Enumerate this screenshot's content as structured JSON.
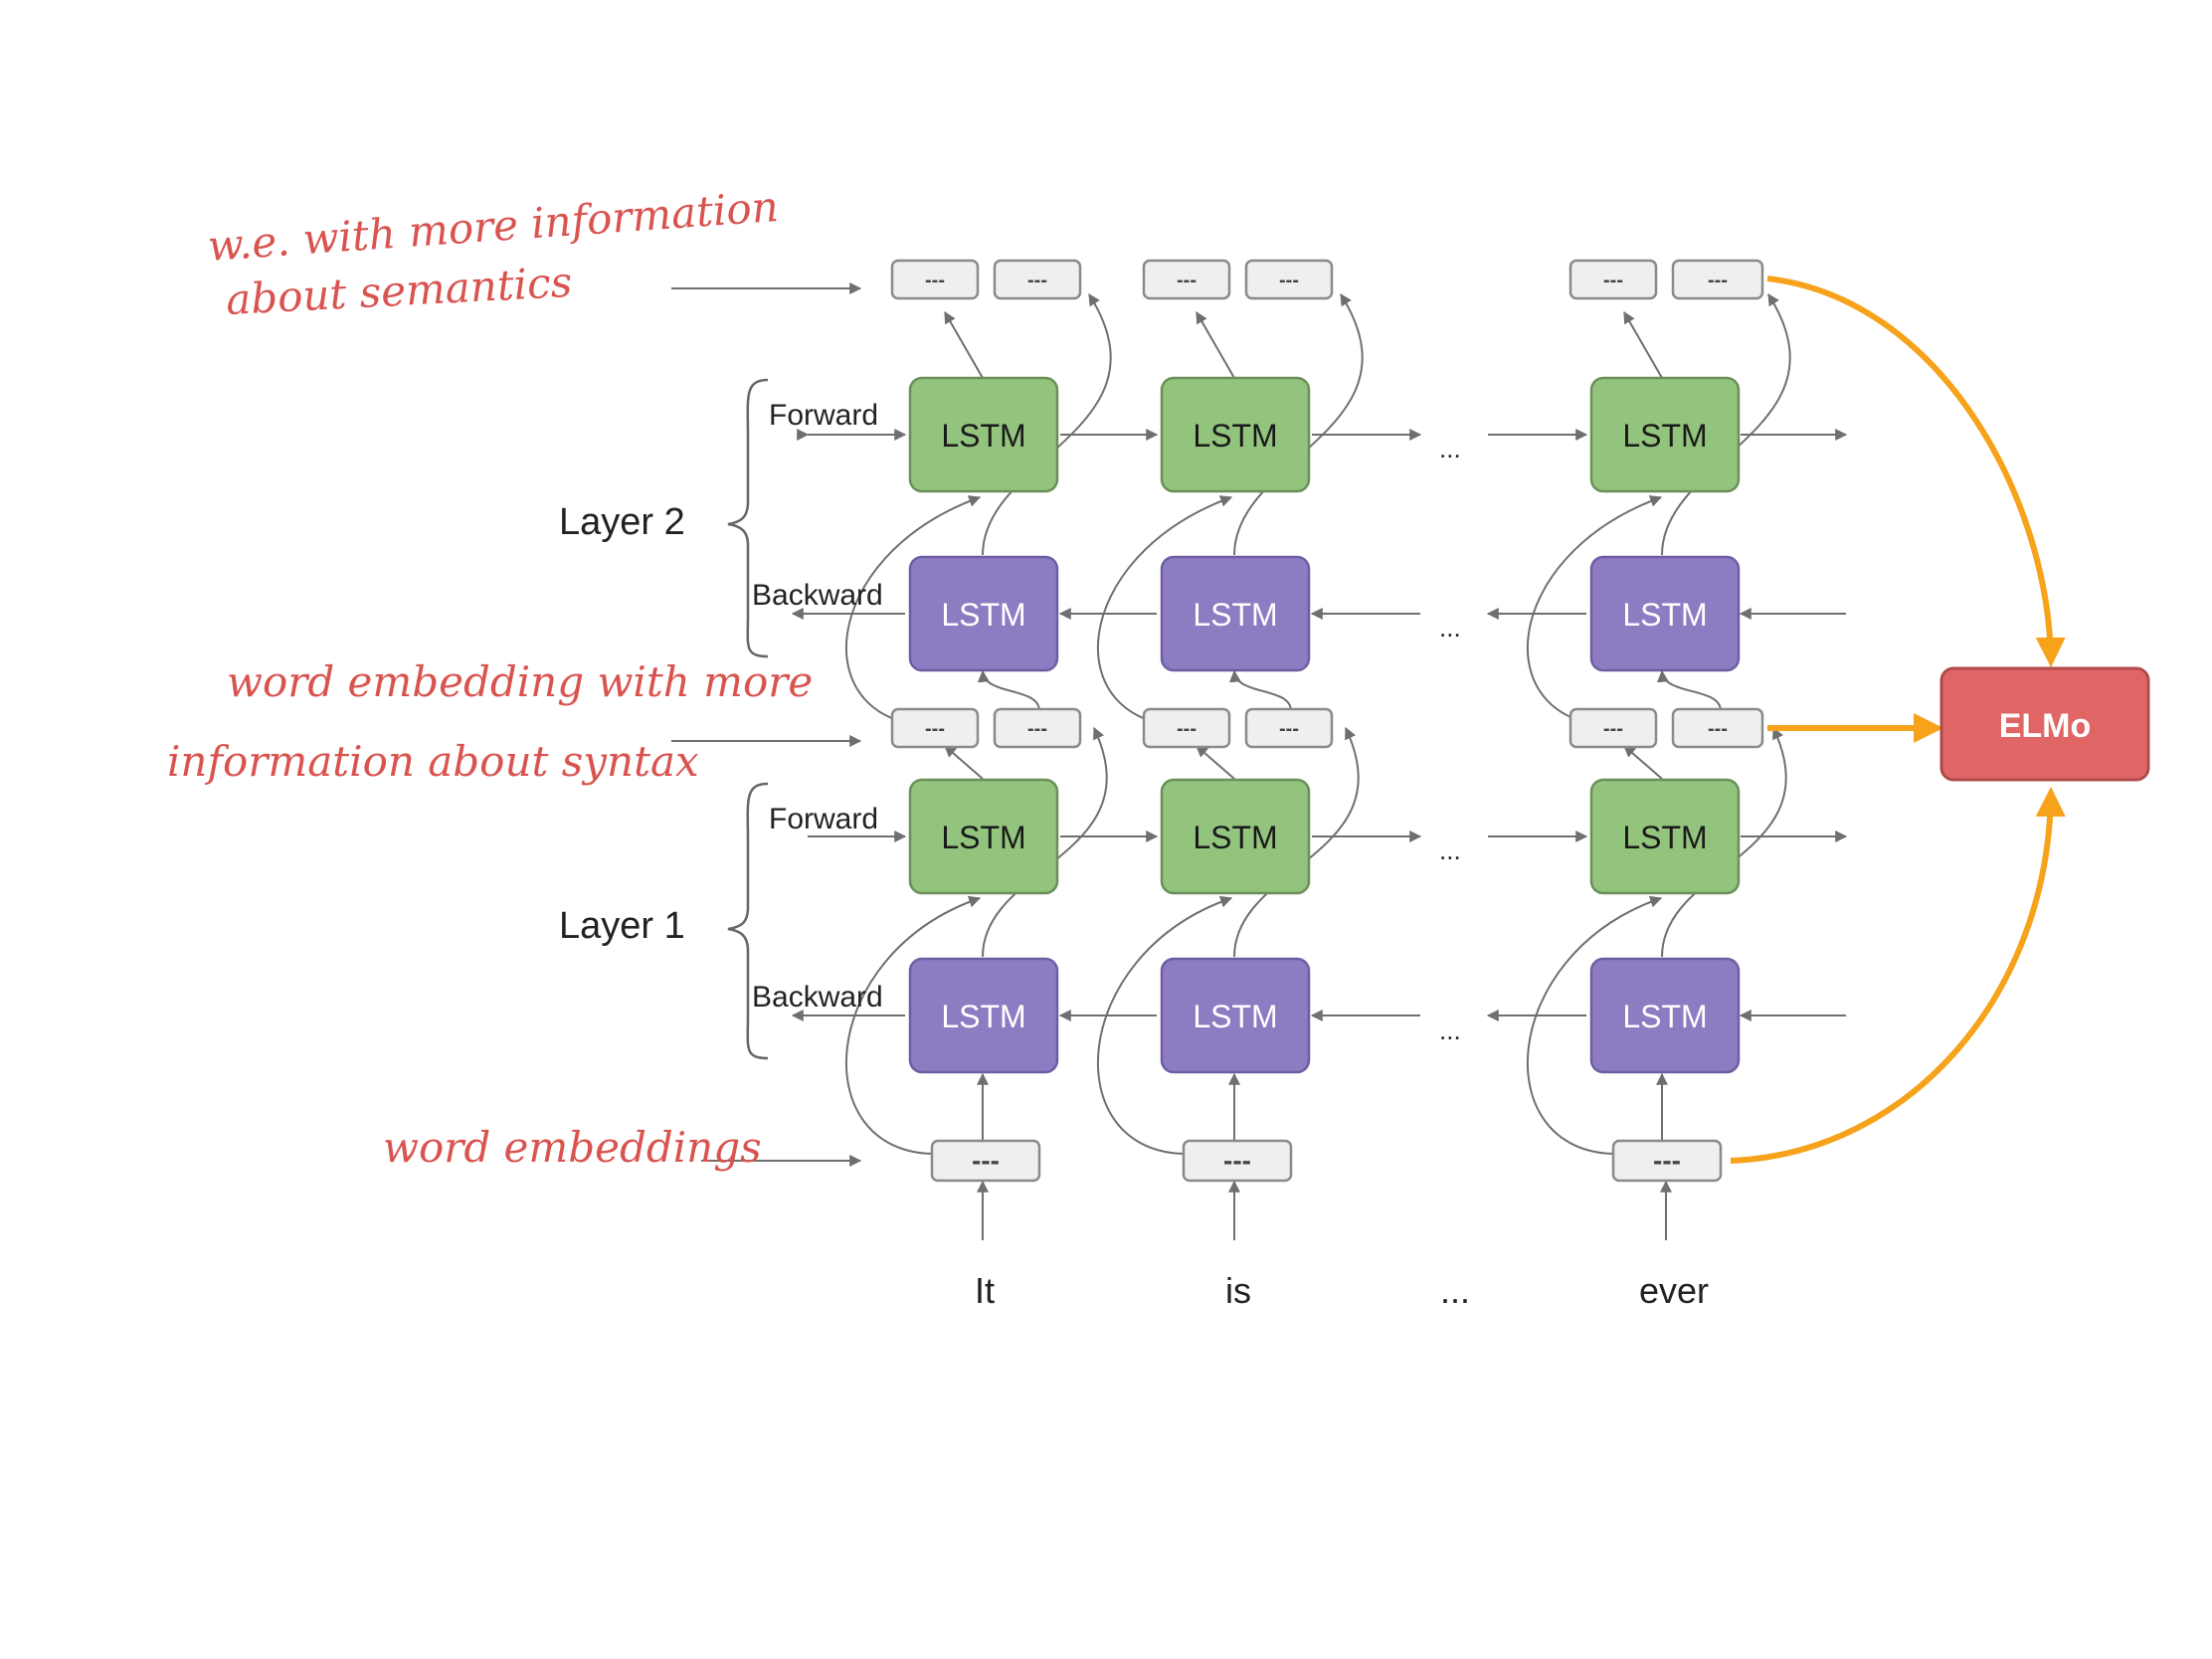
{
  "emb_label": "---",
  "lstm_label": "LSTM",
  "elmo_label": "ELMo",
  "layers": [
    {
      "name": "Layer 2",
      "forward": "Forward",
      "backward": "Backward"
    },
    {
      "name": "Layer 1",
      "forward": "Forward",
      "backward": "Backward"
    }
  ],
  "tokens": [
    "It",
    "is",
    "...",
    "ever"
  ],
  "ellipsis": "...",
  "annotations": {
    "top": [
      "w.e. with more information",
      "about semantics"
    ],
    "middle": [
      "word embedding with more",
      "information about syntax"
    ],
    "bottom": [
      "word embeddings"
    ]
  },
  "colors": {
    "forward_lstm": "#93c47d",
    "backward_lstm": "#8e7cc3",
    "elmo": "#e06666",
    "elmo_arrows": "#f6a21a",
    "handwriting": "#d9534f"
  }
}
